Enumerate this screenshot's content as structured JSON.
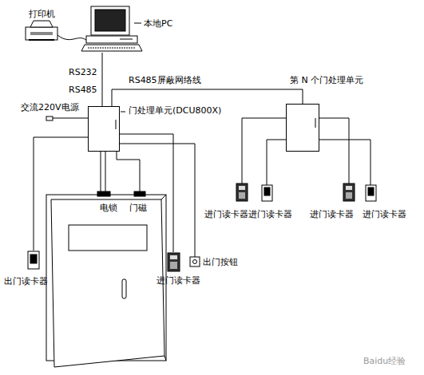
{
  "diagram": {
    "nodes": [
      {
        "text": [
          "本地PC"
        ]
      },
      {
        "text": [
          "门处理单元(DCU800X)"
        ]
      },
      {
        "text": [
          "第 N 个门处理单元"
        ]
      }
    ],
    "edges": [
      {
        "from": 0,
        "to": 1,
        "arrow": "none"
      },
      {
        "from": 1,
        "to": 2,
        "label": "RS485屏蔽网络线",
        "arrow": "none"
      }
    ],
    "labels": [
      "打印机",
      "RS232",
      "RS485",
      "交流220V电源",
      "电锁",
      "门磁",
      "出门读卡器",
      "进门读卡器",
      "出门按钮",
      "进门读卡器",
      "进门读卡器",
      "进门读卡器",
      "进门读卡器",
      "Baidu经验"
    ]
  }
}
